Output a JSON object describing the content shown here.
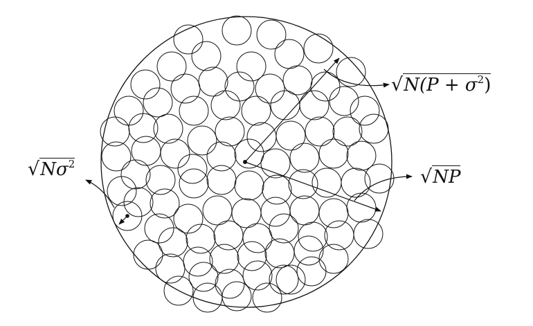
{
  "labels": {
    "outer_radius": {
      "radical": "√",
      "a": "N(P + σ",
      "exp": "2",
      "b": ")"
    },
    "signal_radius": {
      "radical": "√",
      "a": "NP"
    },
    "noise_radius": {
      "radical": "√",
      "a": "Nσ",
      "exp": "2"
    }
  },
  "colors": {
    "stroke": "#111111",
    "background": "#ffffff"
  }
}
